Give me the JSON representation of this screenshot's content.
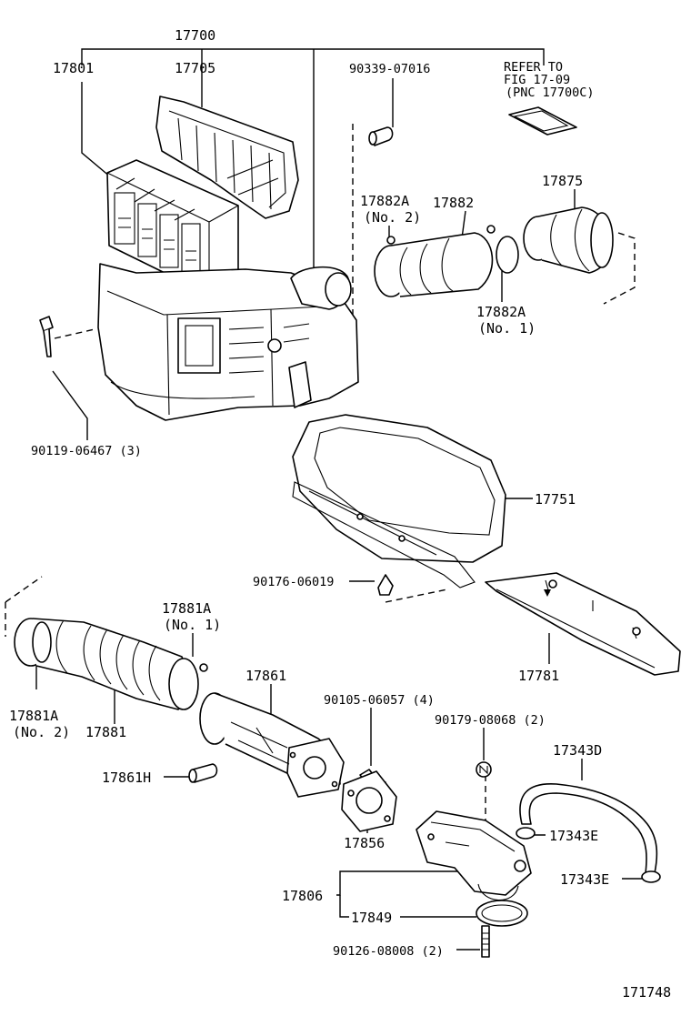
{
  "diagram": {
    "labels": {
      "p17700": "17700",
      "p17801": "17801",
      "p17705": "17705",
      "p90339": "90339-07016",
      "refer_line1": "REFER TO",
      "refer_line2": "FIG 17-09",
      "refer_line3": "(PNC 17700C)",
      "p17882A_top": "17882A",
      "no2_top": "(No. 2)",
      "p17882": "17882",
      "p17875": "17875",
      "p17882A_bottom": "17882A",
      "no1_right": "(No. 1)",
      "p90119": "90119-06467 (3)",
      "p17751": "17751",
      "p90176": "90176-06019",
      "p17881A_top": "17881A",
      "no1_left": "(No. 1)",
      "p17861": "17861",
      "p90105": "90105-06057 (4)",
      "p17781": "17781",
      "p17881A_left": "17881A",
      "no2_left": "(No. 2)",
      "p17881": "17881",
      "p90179": "90179-08068 (2)",
      "p17343D": "17343D",
      "p17861H": "17861H",
      "p17856": "17856",
      "p17343E_a": "17343E",
      "p17343E_b": "17343E",
      "p17806": "17806",
      "p17849": "17849",
      "p90126": "90126-08008 (2)",
      "fig_id": "171748"
    }
  }
}
